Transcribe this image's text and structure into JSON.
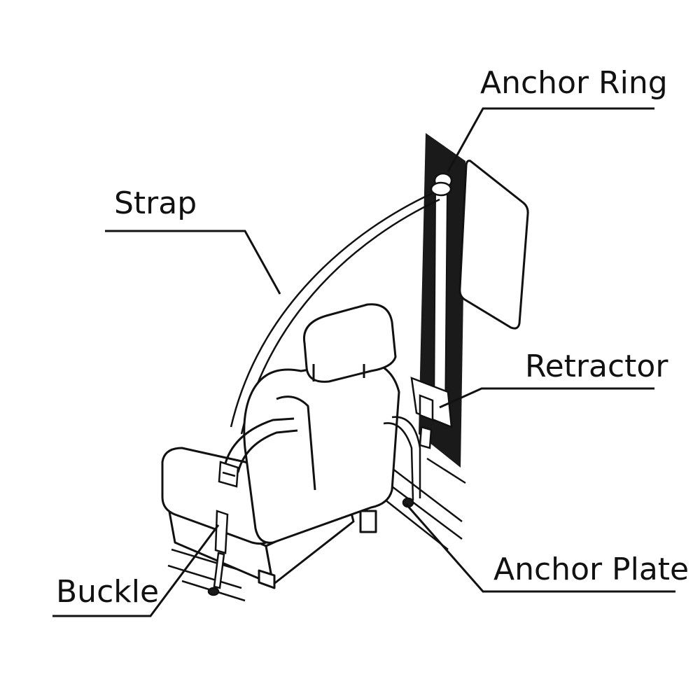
{
  "labels": {
    "anchor_ring": "Anchor Ring",
    "strap": "Strap",
    "retractor": "Retractor",
    "anchor_plate": "Anchor Plate",
    "buckle": "Buckle"
  },
  "colors": {
    "ink": "#111111",
    "pillar": "#1a1a1a",
    "background": "#ffffff"
  }
}
